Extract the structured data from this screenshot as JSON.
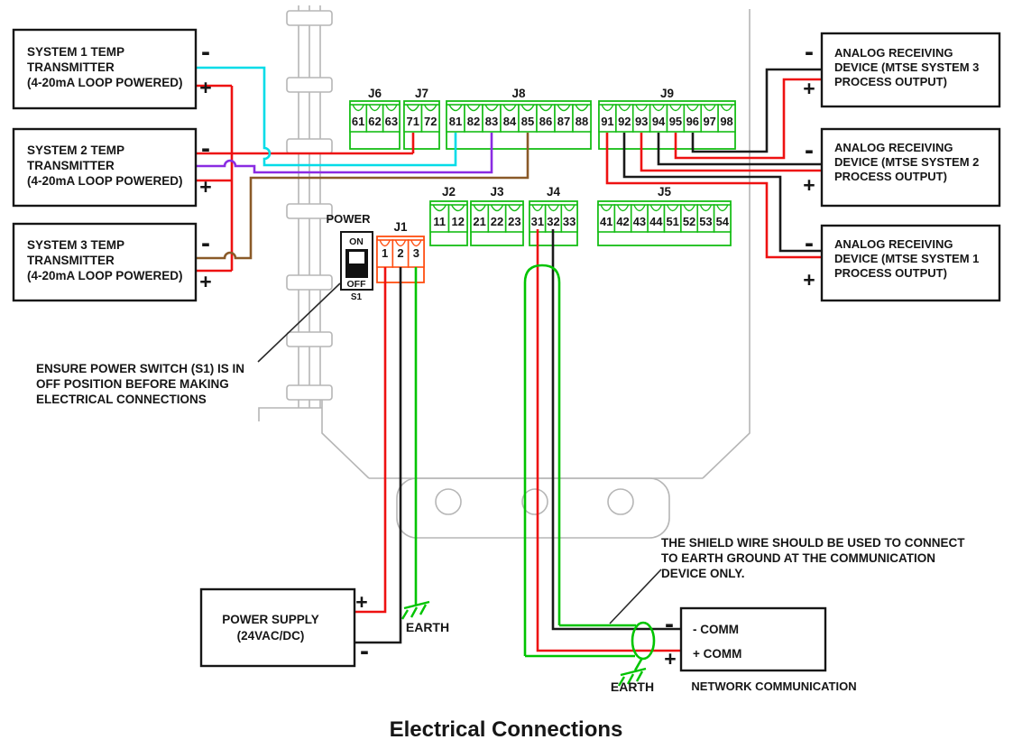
{
  "title": "Electrical Connections",
  "transmitters": [
    {
      "line1": "SYSTEM 1 TEMP",
      "line2": "TRANSMITTER",
      "line3": "(4-20mA LOOP POWERED)",
      "minus": "-",
      "plus": "+"
    },
    {
      "line1": "SYSTEM 2 TEMP",
      "line2": "TRANSMITTER",
      "line3": "(4-20mA LOOP POWERED)",
      "minus": "-",
      "plus": "+"
    },
    {
      "line1": "SYSTEM 3 TEMP",
      "line2": "TRANSMITTER",
      "line3": "(4-20mA LOOP POWERED)",
      "minus": "-",
      "plus": "+"
    }
  ],
  "devices": [
    {
      "line1": "ANALOG RECEIVING",
      "line2": "DEVICE (MTSE SYSTEM 3",
      "line3": "PROCESS OUTPUT)",
      "minus": "-",
      "plus": "+"
    },
    {
      "line1": "ANALOG RECEIVING",
      "line2": "DEVICE (MTSE SYSTEM 2",
      "line3": "PROCESS OUTPUT)",
      "minus": "-",
      "plus": "+"
    },
    {
      "line1": "ANALOG RECEIVING",
      "line2": "DEVICE (MTSE SYSTEM 1",
      "line3": "PROCESS OUTPUT)",
      "minus": "-",
      "plus": "+"
    }
  ],
  "blocks": {
    "J6": {
      "label": "J6",
      "terminals": [
        "61",
        "62",
        "63"
      ]
    },
    "J7": {
      "label": "J7",
      "terminals": [
        "71",
        "72"
      ]
    },
    "J8": {
      "label": "J8",
      "terminals": [
        "81",
        "82",
        "83",
        "84",
        "85",
        "86",
        "87",
        "88"
      ]
    },
    "J9": {
      "label": "J9",
      "terminals": [
        "91",
        "92",
        "93",
        "94",
        "95",
        "96",
        "97",
        "98"
      ]
    },
    "J2": {
      "label": "J2",
      "terminals": [
        "11",
        "12"
      ]
    },
    "J3": {
      "label": "J3",
      "terminals": [
        "21",
        "22",
        "23"
      ]
    },
    "J4": {
      "label": "J4",
      "terminals": [
        "31",
        "32",
        "33"
      ]
    },
    "J5": {
      "label": "J5",
      "terminals": [
        "41",
        "42",
        "43",
        "44",
        "51",
        "52",
        "53",
        "54"
      ]
    },
    "J1": {
      "label": "J1",
      "terminals": [
        "1",
        "2",
        "3"
      ]
    }
  },
  "power_switch": {
    "title": "POWER",
    "on": "ON",
    "off": "OFF",
    "id": "S1"
  },
  "notes": {
    "switch_note": [
      "ENSURE POWER SWITCH (S1) IS IN",
      "OFF POSITION BEFORE MAKING",
      "ELECTRICAL CONNECTIONS"
    ],
    "shield_note": [
      "THE SHIELD WIRE SHOULD BE USED TO CONNECT",
      "TO EARTH GROUND AT THE COMMUNICATION",
      "DEVICE ONLY."
    ]
  },
  "power_supply": {
    "line1": "POWER SUPPLY",
    "line2": "(24VAC/DC)",
    "plus": "+",
    "minus": "-"
  },
  "network": {
    "minus_comm": "- COMM",
    "plus_comm": "+ COMM",
    "label": "NETWORK COMMUNICATION",
    "minus": "-",
    "plus": "+"
  },
  "earth_labels": {
    "left": "EARTH",
    "right": "EARTH"
  },
  "colors": {
    "wire_red": "#ee1111",
    "wire_black": "#1a1a1a",
    "wire_cyan": "#00dce8",
    "wire_purple": "#8a2be2",
    "wire_brown": "#8a5a28",
    "wire_green": "#00c400",
    "terminal_green": "#16bd16",
    "connector_orange": "#ff4e11",
    "outline_gray": "#b6b6b6"
  }
}
